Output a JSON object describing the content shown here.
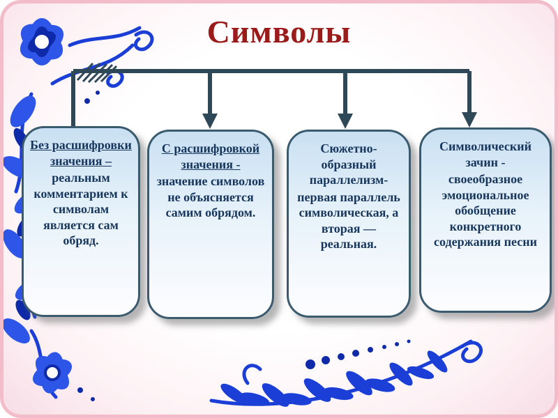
{
  "slide": {
    "title": "Символы"
  },
  "diagram": {
    "boxes": [
      {
        "heading": "Без расшифровки значения –",
        "body": "реальным комментарием к символам является сам обряд."
      },
      {
        "heading": "С расшифровкой значения -",
        "body": "значение символов не объясняется самим обрядом."
      },
      {
        "heading": "Сюжетно-образный параллелизм-",
        "body": "первая параллель символическая, а вторая — реальная."
      },
      {
        "heading": "Символический зачин -",
        "body": "своеобразное эмоциональное обобщение конкретного содержания песни"
      }
    ]
  },
  "colors": {
    "title": "#9b1b1b",
    "connector": "#2f4858",
    "box_border": "#3a5a6e",
    "box_text": "#17365d",
    "ornament_blue": "#1b3ed6",
    "frame_pink": "#f3bcca"
  }
}
